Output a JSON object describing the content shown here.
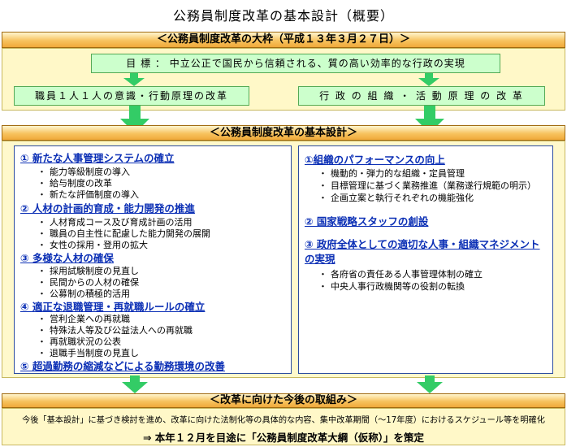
{
  "title": "公務員制度改革の基本設計（概要）",
  "framework": {
    "header": "＜公務員制度改革の大枠（平成１３年３月２７日）＞",
    "goal": "目 標 ： 中立公正で国民から信頼される、質の高い効率的な行政の実現",
    "reform_left": "職員１人１人の意識・行動原理の改革",
    "reform_right": "行 政 の 組 織 ・ 活 動 原 理 の 改 革"
  },
  "basic_design": {
    "header": "＜公務員制度改革の基本設計＞",
    "left": [
      {
        "heading": "① 新たな人事管理システムの確立",
        "items": [
          "能力等級制度の導入",
          "給与制度の改革",
          "新たな評価制度の導入"
        ]
      },
      {
        "heading": "② 人材の計画的育成・能力開発の推進",
        "items": [
          "人材育成コース及び育成計画の活用",
          "職員の自主性に配慮した能力開発の展開",
          "女性の採用・登用の拡大"
        ]
      },
      {
        "heading": "③ 多様な人材の確保",
        "items": [
          "採用試験制度の見直し",
          "民間からの人材の確保",
          "公募制の積極的活用"
        ]
      },
      {
        "heading": "④ 適正な退職管理・再就職ルールの確立",
        "items": [
          "営利企業への再就職",
          "特殊法人等及び公益法人への再就職",
          "再就職状況の公表",
          "退職手当制度の見直し"
        ]
      },
      {
        "heading": "⑤ 超過勤務の縮減などによる勤務環境の改善",
        "items": []
      }
    ],
    "right": [
      {
        "heading": "①組織のパフォーマンスの向上",
        "items": [
          "機動的・弾力的な組織・定員管理",
          "目標管理に基づく業務推進（業務遂行規範の明示）",
          "企画立案と執行それぞれの機能強化"
        ]
      },
      {
        "heading": "② 国家戦略スタッフの創設",
        "items": []
      },
      {
        "heading": "③ 政府全体としての適切な人事・組織マネジメントの実現",
        "items": [
          "各府省の責任ある人事管理体制の確立",
          "中央人事行政機関等の役割の転換"
        ]
      }
    ]
  },
  "future": {
    "header": "＜改革に向けた今後の取組み＞",
    "note": "今後「基本設計」に基づき検討を進め、改革に向けた法制化等の具体的な内容、集中改革期間（～17年度）におけるスケジュール等を明確化",
    "conclusion": "⇒ 本年１２月を目途に「公務員制度改革大綱（仮称）」を策定"
  },
  "colors": {
    "band_orange": "#f0a93a",
    "panel_yellow": "#fff8c8",
    "green_box": "#ccffcc",
    "arrow_green": "#33cc66",
    "heading_blue": "#0b2fb5"
  }
}
